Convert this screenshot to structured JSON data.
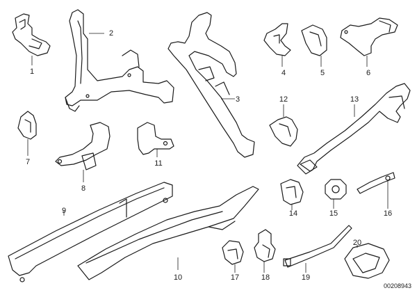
{
  "diagram": {
    "reference_number": "00208943",
    "callouts": [
      "1",
      "2",
      "3",
      "4",
      "5",
      "6",
      "7",
      "8",
      "9",
      "10",
      "11",
      "12",
      "13",
      "14",
      "15",
      "16",
      "17",
      "18",
      "19",
      "20"
    ]
  }
}
